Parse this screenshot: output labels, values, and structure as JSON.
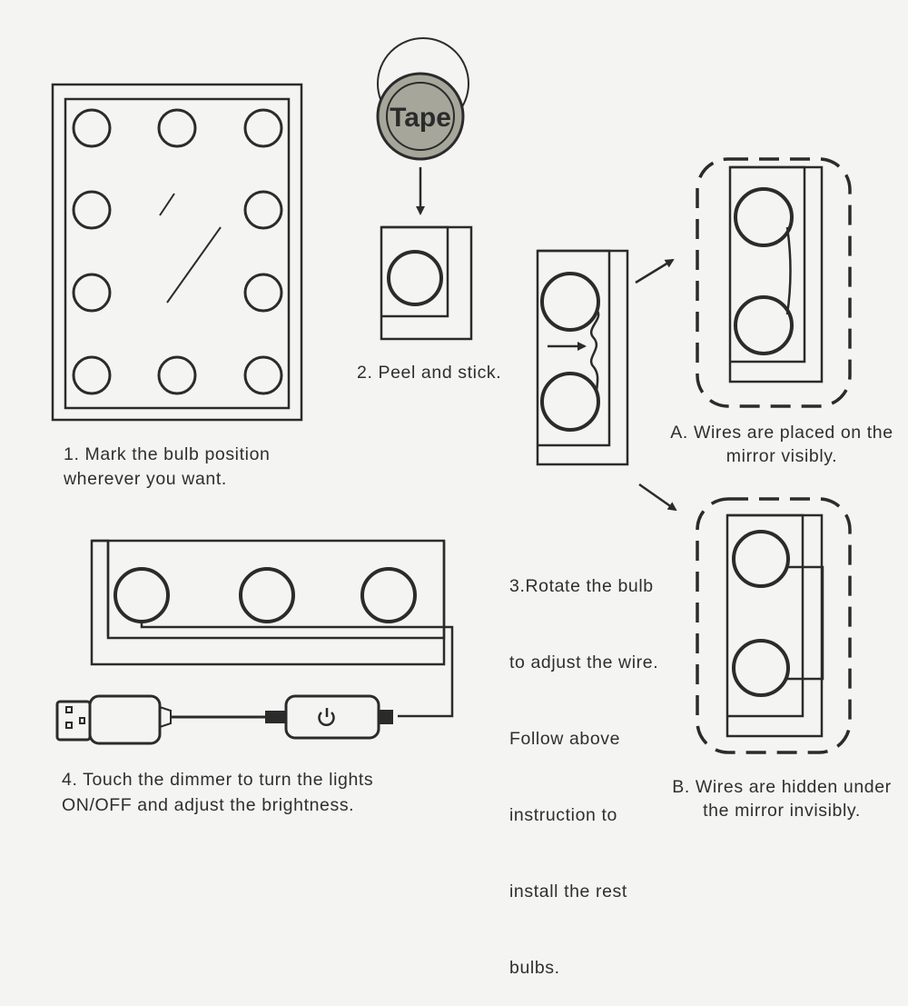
{
  "steps": {
    "step1": {
      "line1": "1. Mark the bulb position",
      "line2": "wherever you want."
    },
    "step2": {
      "caption": "2. Peel and stick.",
      "tape_label": "Tape"
    },
    "step3": {
      "lines": [
        "3.Rotate the bulb",
        "to adjust the wire.",
        "Follow above",
        "instruction to",
        "install the rest",
        "bulbs."
      ]
    },
    "step4": {
      "line1": "4. Touch the dimmer to turn the lights",
      "line2": "ON/OFF and adjust the brightness."
    },
    "optionA": {
      "line1": "A. Wires are placed on the",
      "line2": "mirror visibly."
    },
    "optionB": {
      "line1": "B. Wires are hidden under",
      "line2": "the mirror invisibly."
    }
  },
  "icons": [
    "arrow-down-icon",
    "arrow-right-icon",
    "arrow-up-right-icon",
    "arrow-down-right-icon",
    "power-icon",
    "usb-plug-icon"
  ],
  "colors": {
    "line": "#2b2b2b",
    "paper": "#f4f4f2",
    "tape_fill": "#a6a79a"
  }
}
